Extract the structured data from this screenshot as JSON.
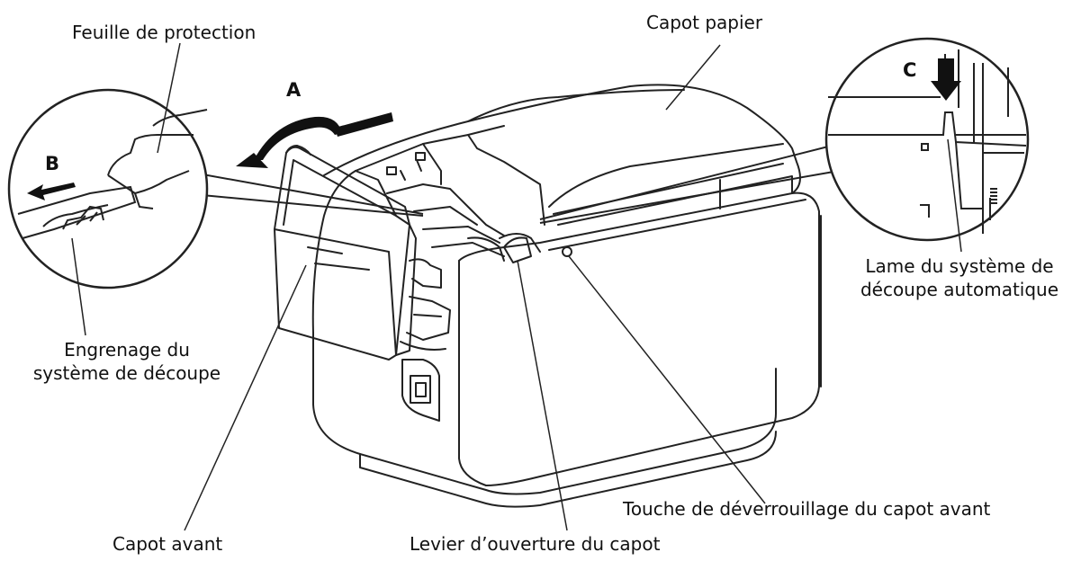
{
  "labels": {
    "feuille": "Feuille de protection",
    "capot_papier": "Capot papier",
    "lame_line1": "Lame du système de",
    "lame_line2": "découpe automatique",
    "engrenage_line1": "Engrenage du",
    "engrenage_line2": "système de découpe",
    "capot_avant": "Capot avant",
    "levier": "Levier d’ouverture du capot",
    "touche": "Touche de déverrouillage du capot avant"
  },
  "letters": {
    "a": "A",
    "b": "B",
    "c": "C"
  }
}
